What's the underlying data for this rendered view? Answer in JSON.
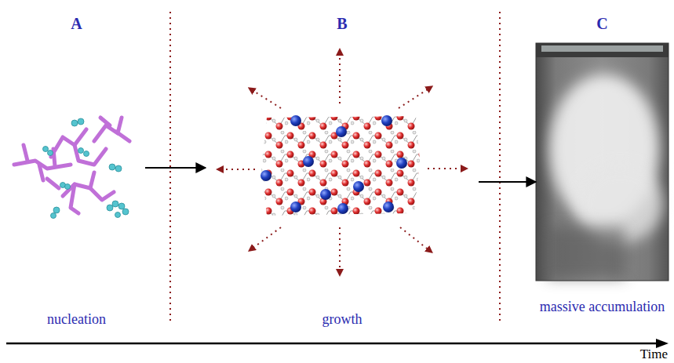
{
  "diagram": {
    "nodes": [
      {
        "text": [
          "A",
          "nucleation"
        ]
      },
      {
        "text": [
          "B",
          "growth"
        ]
      },
      {
        "text": [
          "C",
          "massive accumulation"
        ]
      }
    ],
    "edges": [
      {
        "from": 0,
        "to": 1,
        "arrow": "to"
      },
      {
        "from": 1,
        "to": 2,
        "arrow": "to"
      }
    ],
    "labels": [
      "Time"
    ]
  }
}
